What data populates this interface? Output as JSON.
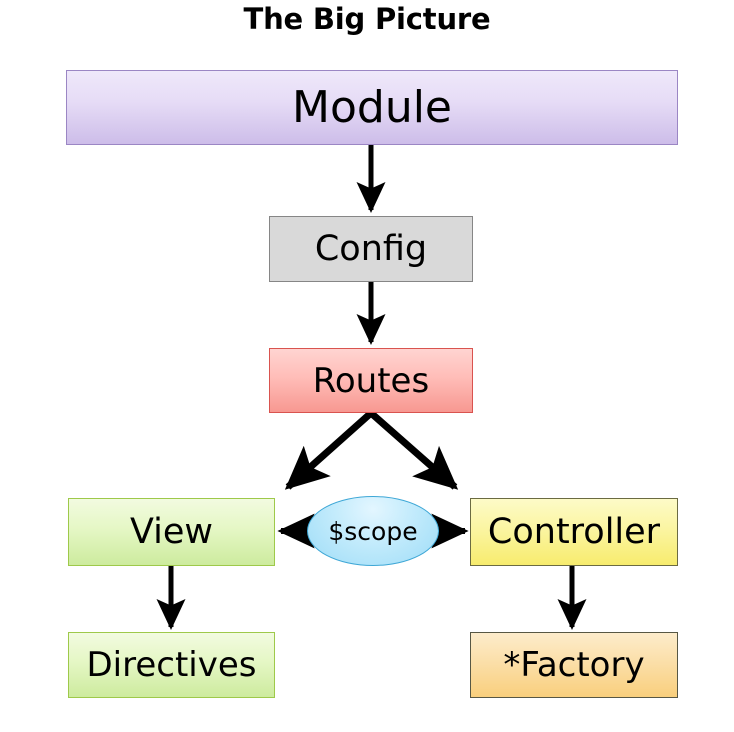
{
  "diagram": {
    "title": "The Big Picture",
    "type": "flowchart",
    "nodes": [
      {
        "id": "module",
        "label": "Module",
        "shape": "rectangle",
        "fill": "#e0d4f3",
        "border": "#9b86c4"
      },
      {
        "id": "config",
        "label": "Config",
        "shape": "rectangle",
        "fill": "#d9d9d9",
        "border": "#868686"
      },
      {
        "id": "routes",
        "label": "Routes",
        "shape": "rectangle",
        "fill": "#ffbdb8",
        "border": "#d9534f"
      },
      {
        "id": "view",
        "label": "View",
        "shape": "rectangle",
        "fill": "#e0f5c2",
        "border": "#9ec94a"
      },
      {
        "id": "scope",
        "label": "$scope",
        "shape": "ellipse",
        "fill": "#b8e6fa",
        "border": "#3ea7d6"
      },
      {
        "id": "controller",
        "label": "Controller",
        "shape": "rectangle",
        "fill": "#fbf5a2",
        "border": "#6b6b42"
      },
      {
        "id": "directives",
        "label": "Directives",
        "shape": "rectangle",
        "fill": "#e0f5c2",
        "border": "#9ec94a"
      },
      {
        "id": "factory",
        "label": "*Factory",
        "shape": "rectangle",
        "fill": "#fbdfa9",
        "border": "#575744"
      }
    ],
    "edges": [
      {
        "from": "module",
        "to": "config",
        "style": "straight-down",
        "arrow": "end"
      },
      {
        "from": "config",
        "to": "routes",
        "style": "straight-down",
        "arrow": "end"
      },
      {
        "from": "routes",
        "to": "view",
        "style": "diagonal-left",
        "arrow": "end"
      },
      {
        "from": "routes",
        "to": "controller",
        "style": "diagonal-right",
        "arrow": "end"
      },
      {
        "from": "scope",
        "to": "view",
        "style": "straight-left",
        "arrow": "end"
      },
      {
        "from": "scope",
        "to": "controller",
        "style": "straight-right",
        "arrow": "end"
      },
      {
        "from": "view",
        "to": "directives",
        "style": "straight-down",
        "arrow": "end"
      },
      {
        "from": "controller",
        "to": "factory",
        "style": "straight-down",
        "arrow": "end"
      }
    ],
    "edge_color": "#000000",
    "background": "#ffffff"
  }
}
